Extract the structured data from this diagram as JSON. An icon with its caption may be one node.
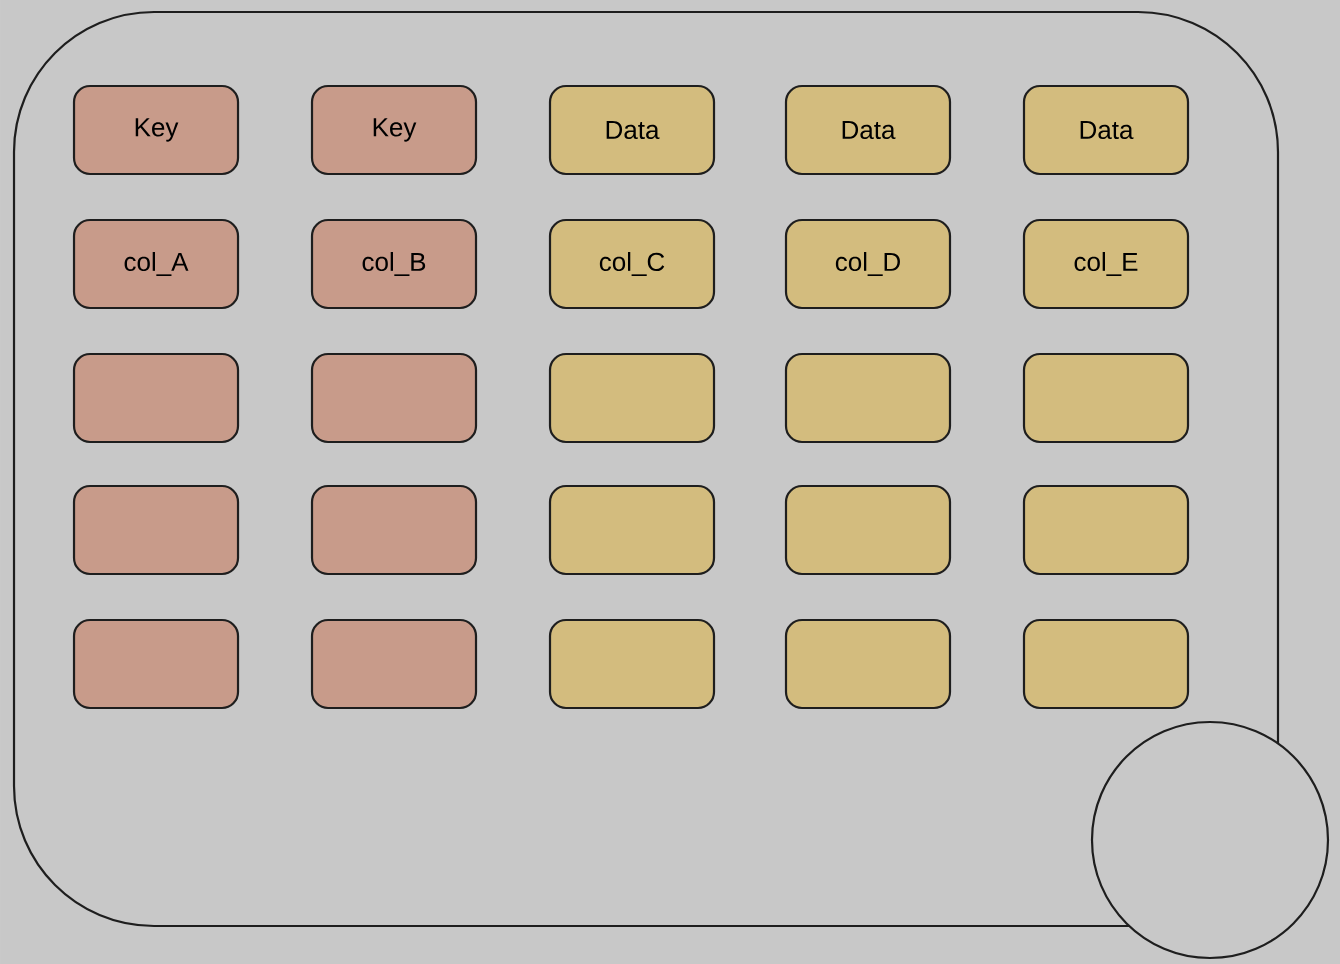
{
  "diagram": {
    "nodes": [
      {
        "text": [],
        "shape": "box"
      },
      {
        "text": [
          "Key"
        ],
        "in": 0
      },
      {
        "text": [
          "Key"
        ],
        "in": 0
      },
      {
        "text": [
          "Data"
        ],
        "in": 0
      },
      {
        "text": [
          "Data"
        ],
        "in": 0
      },
      {
        "text": [
          "Data"
        ],
        "in": 0
      },
      {
        "text": [
          "col_A"
        ],
        "in": 0
      },
      {
        "text": [
          "col_B"
        ],
        "in": 0
      },
      {
        "text": [
          "col_C"
        ],
        "in": 0
      },
      {
        "text": [
          "col_D"
        ],
        "in": 0
      },
      {
        "text": [
          "col_E"
        ],
        "in": 0
      },
      {
        "text": [],
        "shape": "box",
        "in": 0
      },
      {
        "text": [],
        "shape": "box",
        "in": 0
      },
      {
        "text": [],
        "shape": "box",
        "in": 0
      },
      {
        "text": [],
        "shape": "box",
        "in": 0
      },
      {
        "text": [],
        "shape": "box",
        "in": 0
      },
      {
        "text": [],
        "shape": "box",
        "in": 0
      },
      {
        "text": [],
        "shape": "box",
        "in": 0
      },
      {
        "text": [],
        "shape": "box",
        "in": 0
      },
      {
        "text": [],
        "shape": "box",
        "in": 0
      },
      {
        "text": [],
        "shape": "box",
        "in": 0
      },
      {
        "text": [],
        "shape": "box",
        "in": 0
      },
      {
        "text": [],
        "shape": "box",
        "in": 0
      },
      {
        "text": [],
        "shape": "box",
        "in": 0
      },
      {
        "text": [],
        "shape": "box",
        "in": 0
      },
      {
        "text": [],
        "shape": "box",
        "in": 0
      },
      {
        "text": [],
        "shape": "circle"
      }
    ]
  }
}
